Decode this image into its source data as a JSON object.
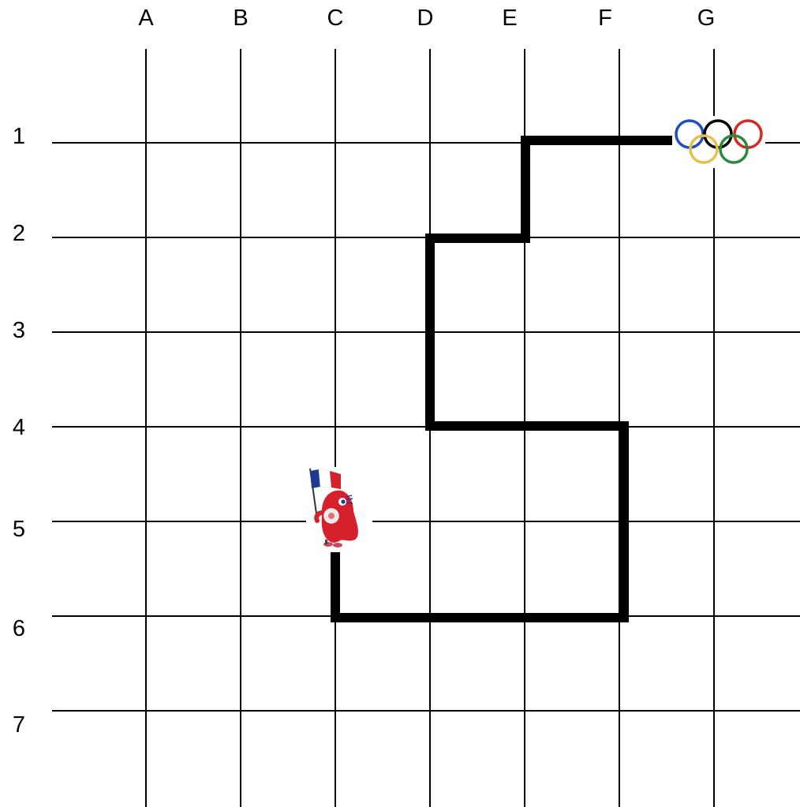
{
  "grid": {
    "columns": [
      "A",
      "B",
      "C",
      "D",
      "E",
      "F",
      "G"
    ],
    "rows": [
      "1",
      "2",
      "3",
      "4",
      "5",
      "6",
      "7"
    ]
  },
  "path": {
    "description_points": [
      {
        "col": "C",
        "row": "5"
      },
      {
        "col": "C",
        "row": "6"
      },
      {
        "col": "F",
        "row": "6"
      },
      {
        "col": "F",
        "row": "4"
      },
      {
        "col": "D",
        "row": "4"
      },
      {
        "col": "D",
        "row": "2"
      },
      {
        "col": "E",
        "row": "2"
      },
      {
        "col": "E",
        "row": "1"
      },
      {
        "col": "G",
        "row": "1"
      }
    ],
    "color": "#000000"
  },
  "markers": {
    "start": {
      "icon": "mascot-with-french-flag-icon",
      "col": "C",
      "row": "5",
      "color": "#d6202b"
    },
    "goal": {
      "icon": "olympic-rings-icon",
      "col": "G",
      "row": "1"
    }
  },
  "colors": {
    "ring_blue": "#1f4fc2",
    "ring_black": "#000000",
    "ring_red": "#d42a22",
    "ring_yellow": "#e5c04a",
    "ring_green": "#2a8a3a",
    "flag_blue": "#1f3a93",
    "flag_red": "#d6202b"
  }
}
